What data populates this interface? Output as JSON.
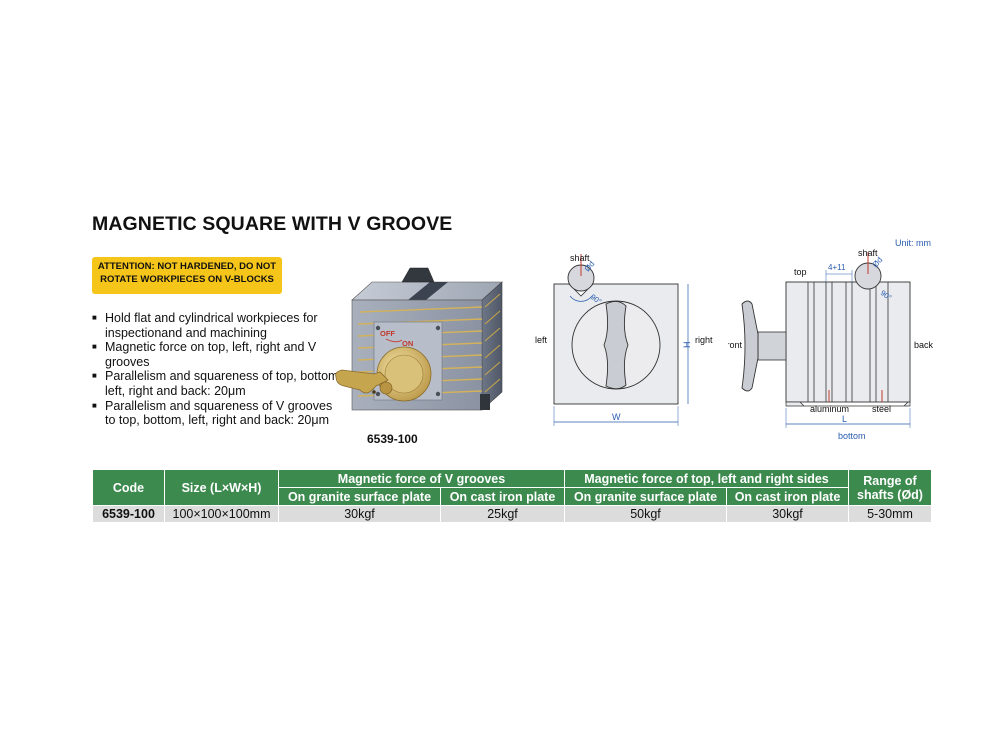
{
  "title": "MAGNETIC SQUARE WITH V GROOVE",
  "attention": "ATTENTION: NOT HARDENED, DO NOT ROTATE WORKPIECES ON V-BLOCKS",
  "features": [
    "Hold flat and cylindrical workpieces for inspectionand and machining",
    "Magnetic force on top, left, right and V grooves",
    "Parallelism and squareness of top, bottom, left, right and back: 20μm",
    "Parallelism and squareness of V grooves to top, bottom, left, right and back: 20μm"
  ],
  "product": {
    "code": "6539-100",
    "switch_off": "OFF",
    "switch_on": "ON"
  },
  "diagram_front": {
    "shaft": "shaft",
    "d": "Ød",
    "angle": "90°",
    "left": "left",
    "right": "right",
    "h": "H",
    "w": "W"
  },
  "diagram_side": {
    "unit": "Unit: mm",
    "shaft": "shaft",
    "d": "Ød",
    "angle": "90°",
    "top": "top",
    "dim": "4+11",
    "front": "front",
    "back": "back",
    "aluminum": "aluminum",
    "steel": "steel",
    "l": "L",
    "bottom": "bottom"
  },
  "table": {
    "headers": {
      "code": "Code",
      "size": "Size (L×W×H)",
      "v_grooves": "Magnetic force of V grooves",
      "sides": "Magnetic force of top, left and right sides",
      "range": "Range of shafts (Ød)",
      "granite_1": "On granite surface plate",
      "cast_1": "On cast iron plate",
      "granite_2": "On granite surface plate",
      "cast_2": "On cast iron plate"
    },
    "rows": [
      {
        "code": "6539-100",
        "size": "100×100×100mm",
        "v_granite": "30kgf",
        "v_cast": "25kgf",
        "s_granite": "50kgf",
        "s_cast": "30kgf",
        "range": "5-30mm"
      }
    ]
  },
  "colors": {
    "header_green": "#3d8a4f",
    "attention_yellow": "#f6c51a",
    "dimension_blue": "#2a5db0",
    "row_gray": "#dcdcdc"
  }
}
